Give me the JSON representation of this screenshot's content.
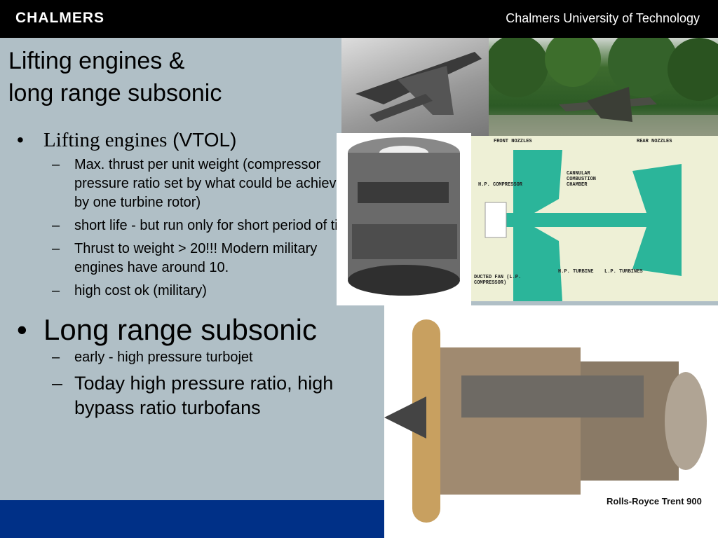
{
  "header": {
    "logo": "CHALMERS",
    "university": "Chalmers University of Technology"
  },
  "title": {
    "line1": "Lifting engines &",
    "line2": "long range subsonic"
  },
  "bullets": [
    {
      "label_serif": "Lifting engines",
      "label_sans": " (VTOL)",
      "subs": [
        "Max. thrust per unit weight (compressor pressure ratio set by what could be achieved by one turbine rotor)",
        "short life - but run only for short period of time",
        "Thrust to weight > 20!!! Modern military engines have around 10.",
        "high cost ok (military)"
      ]
    },
    {
      "label": "Long range subsonic",
      "subs": [
        "early - high pressure turbojet",
        "Today high pressure ratio, high bypass ratio turbofans"
      ]
    }
  ],
  "diagram_labels": {
    "front_nozzles": "FRONT NOZZLES",
    "rear_nozzles": "REAR NOZZLES",
    "hp_compressor": "H.P. COMPRESSOR",
    "combustion": "CANNULAR COMBUSTION CHAMBER",
    "ducted_fan": "DUCTED FAN (L.P. COMPRESSOR)",
    "hp_turbine": "H.P. TURBINE",
    "lp_turbines": "L.P. TURBINES"
  },
  "caption": "Rolls-Royce Trent 900",
  "colors": {
    "header_bg": "#000000",
    "body_bg": "#b0bfc6",
    "footer_bg": "#003087",
    "diagram_fill": "#2bb59a"
  }
}
